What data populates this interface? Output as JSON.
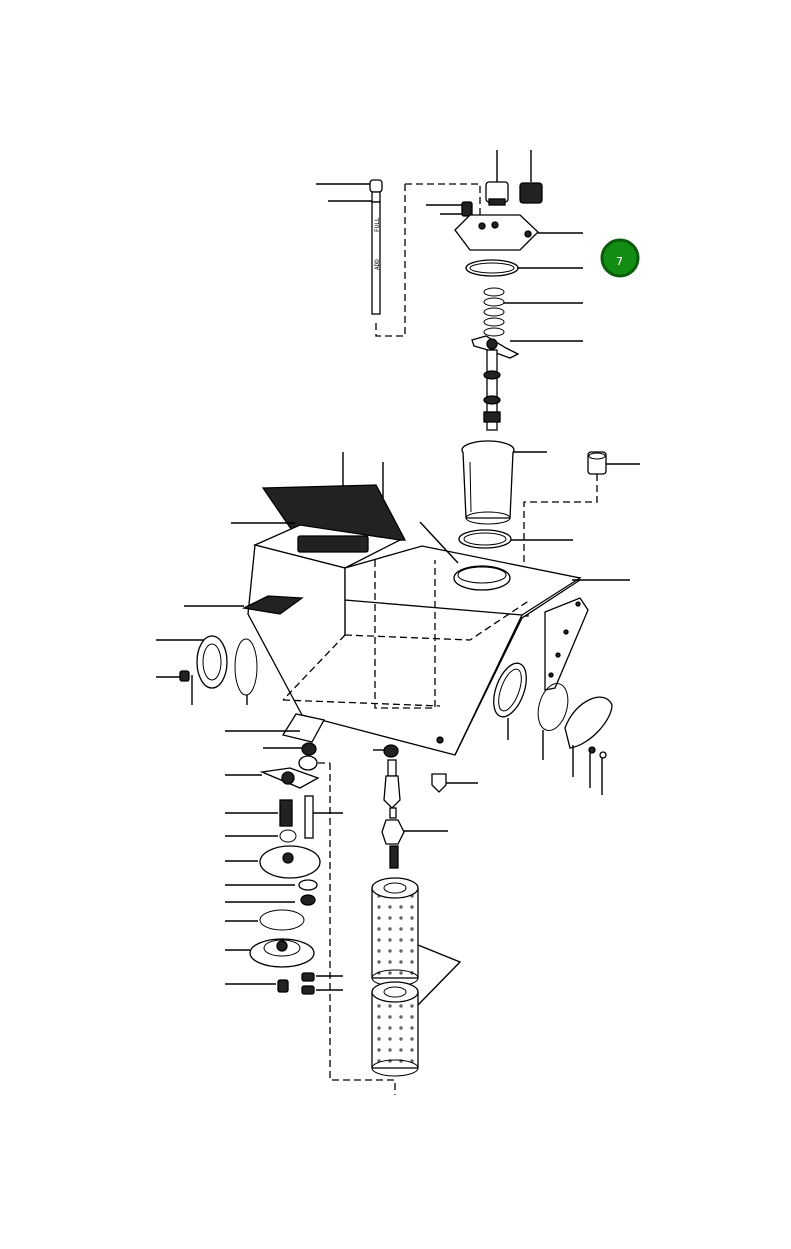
{
  "diagram": {
    "badge": {
      "label": "7",
      "color": "#128c12",
      "border": "#0b5d0b"
    },
    "dipstick": {
      "mark_full": "FULL",
      "mark_add": "ADD"
    }
  }
}
